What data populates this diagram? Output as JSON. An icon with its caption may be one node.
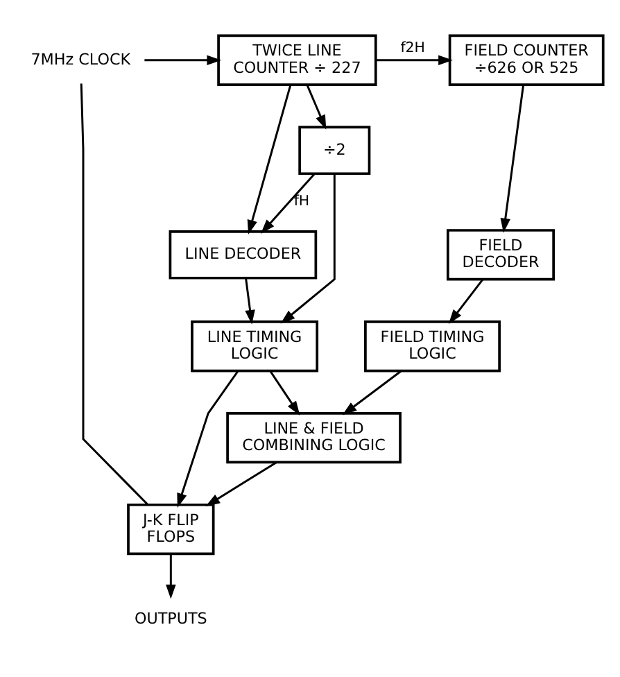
{
  "diagram": {
    "nodes": [
      {
        "text": [
          "7MHz CLOCK"
        ]
      },
      {
        "text": [
          "TWICE LINE COUNTER ÷ 227"
        ]
      },
      {
        "text": [
          "FIELD COUNTER ÷626 OR 525"
        ]
      },
      {
        "text": [
          "÷2"
        ]
      },
      {
        "text": [
          "LINE DECODER"
        ]
      },
      {
        "text": [
          "FIELD DECODER"
        ]
      },
      {
        "text": [
          "LINE TIMING LOGIC"
        ]
      },
      {
        "text": [
          "FIELD TIMING LOGIC"
        ]
      },
      {
        "text": [
          "LINE & FIELD COMBINING LOGIC"
        ]
      },
      {
        "text": [
          "J-K FLIP FLOPS"
        ]
      },
      {
        "text": [
          "OUTPUTS"
        ]
      }
    ],
    "edges": [
      {
        "from": 0,
        "to": 1,
        "arrow": "to"
      },
      {
        "from": 0,
        "to": 9,
        "arrow": "none"
      },
      {
        "from": 1,
        "to": 2,
        "arrow": "to",
        "label": "f2H"
      },
      {
        "from": 1,
        "to": 3,
        "arrow": "to"
      },
      {
        "from": 1,
        "to": 4,
        "arrow": "to"
      },
      {
        "from": 3,
        "to": 4,
        "arrow": "to",
        "label": "fH"
      },
      {
        "from": 3,
        "to": 6,
        "arrow": "to"
      },
      {
        "from": 2,
        "to": 5,
        "arrow": "to"
      },
      {
        "from": 4,
        "to": 6,
        "arrow": "to"
      },
      {
        "from": 5,
        "to": 7,
        "arrow": "to"
      },
      {
        "from": 6,
        "to": 8,
        "arrow": "to"
      },
      {
        "from": 7,
        "to": 8,
        "arrow": "to"
      },
      {
        "from": 6,
        "to": 9,
        "arrow": "to"
      },
      {
        "from": 8,
        "to": 9,
        "arrow": "to"
      },
      {
        "from": 9,
        "to": 10,
        "arrow": "to"
      }
    ]
  }
}
